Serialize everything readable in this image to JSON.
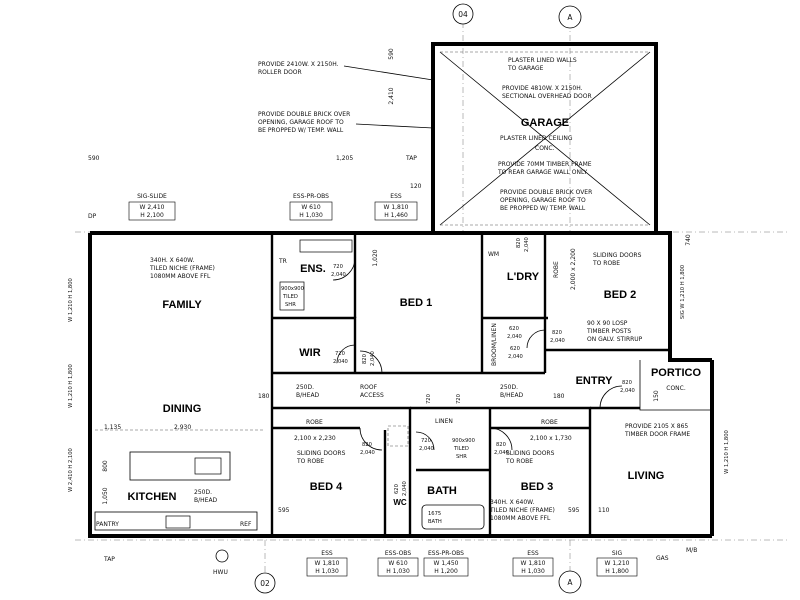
{
  "grid": {
    "top": [
      "04",
      "A"
    ],
    "bottom": [
      "02",
      "A"
    ]
  },
  "rooms": {
    "garage": "GARAGE",
    "family": "FAMILY",
    "dining": "DINING",
    "kitchen": "KITCHEN",
    "ens": "ENS.",
    "wir": "WIR",
    "bed1": "BED 1",
    "laundry": "L'DRY",
    "bed2": "BED 2",
    "entry": "ENTRY",
    "portico": "PORTICO",
    "living": "LIVING",
    "bed4": "BED 4",
    "bath": "BATH",
    "wc": "WC",
    "bed3": "BED 3"
  },
  "notes": {
    "roller_1": "PROVIDE 2410W. X 2150H.",
    "roller_2": "ROLLER DOOR",
    "dbl_left_1": "PROVIDE DOUBLE BRICK OVER",
    "dbl_left_2": "OPENING, GARAGE ROOF TO",
    "dbl_left_3": "BE PROPPED W/ TEMP. WALL",
    "plaster_walls_1": "PLASTER LINED WALLS",
    "plaster_walls_2": "TO GARAGE",
    "sectional_1": "PROVIDE 4810W. X 2150H.",
    "sectional_2": "SECTIONAL OVERHEAD DOOR",
    "plaster_ceiling": "PLASTER LINED CEILING",
    "conc": "CONC.",
    "timber_frame_1": "PROVIDE 70MM TIMBER FRAME",
    "timber_frame_2": "TO REAR GARAGE WALL ONLY",
    "dbl_right_1": "PROVIDE DOUBLE BRICK OVER",
    "dbl_right_2": "OPENING, GARAGE ROOF TO",
    "dbl_right_3": "BE PROPPED W/ TEMP. WALL",
    "niche_top_1": "340H. X 640W.",
    "niche_top_2": "TILED NICHE (FRAME)",
    "niche_top_3": "1080MM ABOVE FFL",
    "sliding_robe_1": "SLIDING DOORS",
    "sliding_robe_2": "TO ROBE",
    "losp_1": "90 X 90 LOSP",
    "losp_2": "TIMBER POSTS",
    "losp_3": "ON GALV. STIRRUP",
    "portico_conc": "CONC.",
    "timber_door_1": "PROVIDE 2105 X 865",
    "timber_door_2": "TIMBER DOOR FRAME",
    "roof_access_1": "ROOF",
    "roof_access_2": "ACCESS",
    "bhead_left_1": "250D.",
    "bhead_left_2": "B/HEAD",
    "bhead_right_1": "250D.",
    "bhead_right_2": "B/HEAD",
    "bhead_kitchen_1": "250D.",
    "bhead_kitchen_2": "B/HEAD",
    "niche_bot_1": "340H. X 640W.",
    "niche_bot_2": "TILED NICHE (FRAME)",
    "niche_bot_3": "1080MM ABOVE FFL",
    "sliding4_1": "SLIDING DOORS",
    "sliding4_2": "TO ROBE",
    "sliding3_1": "SLIDING DOORS",
    "sliding3_2": "TO ROBE",
    "robe4": "ROBE",
    "robe3": "ROBE",
    "robe2": "ROBE",
    "robe4_size": "2,100 x 2,230",
    "robe3_size": "2,100 x 1,730",
    "robe2_size": "2,000 x 2,200",
    "linen": "LINEN",
    "broom": "BROOM/LINEN",
    "pantry": "PANTRY",
    "ref": "REF",
    "hwu": "HWU",
    "gas": "GAS",
    "mb": "M/B",
    "tap": "TAP",
    "tap2": "TAP",
    "dp": "DP",
    "tr": "TR",
    "wm": "WM",
    "shr_ens_1": "900x900",
    "shr_ens_2": "TILED",
    "shr_ens_3": "SHR",
    "shr_bath_1": "900x900",
    "shr_bath_2": "TILED",
    "shr_bath_3": "SHR",
    "bath_1": "1675",
    "bath_2": "BATH"
  },
  "dims": {
    "d590": "590",
    "d2410": "2,410",
    "d120": "120",
    "d1205": "1,205",
    "d740": "740",
    "d2930": "2,930",
    "d1135": "1,135",
    "d800": "800",
    "d1050": "1,050",
    "d180a": "180",
    "d180b": "180",
    "d595a": "595",
    "d595b": "595",
    "d110": "110",
    "d150": "150",
    "d1020": "1,020",
    "d590b": "590"
  },
  "doors": {
    "ens1": "720",
    "ens2": "2,040",
    "wir1": "720",
    "wir2": "2,040",
    "bed1a": "820",
    "bed1b": "2,040",
    "ldry1": "820",
    "ldry2": "2,040",
    "ldry3": "620",
    "ldry4": "2,040",
    "brm1": "620",
    "brm2": "2,040",
    "bed2a": "820",
    "bed2b": "2,040",
    "entry1": "820",
    "entry2": "2,040",
    "bed4a": "820",
    "bed4b": "2,040",
    "linen1": "720",
    "linen2": "720",
    "bath1": "720",
    "bath2": "2,040",
    "wc1": "620",
    "wc2": "2,040",
    "bed3a": "820",
    "bed3b": "2,040"
  },
  "windows": [
    {
      "code": "SIG-SLIDE",
      "w": "W 2,410",
      "h": "H 2,100"
    },
    {
      "code": "ESS-PR-OBS",
      "w": "W 610",
      "h": "H 1,030"
    },
    {
      "code": "ESS",
      "w": "W 1,810",
      "h": "H 1,460"
    },
    {
      "code": "ESS",
      "w": "W 1,810",
      "h": "H 1,030"
    },
    {
      "code": "ESS-OBS",
      "w": "W 610",
      "h": "H 1,030"
    },
    {
      "code": "ESS-PR-OBS",
      "w": "W 1,450",
      "h": "H 1,200"
    },
    {
      "code": "ESS",
      "w": "W 1,810",
      "h": "H 1,030"
    },
    {
      "code": "SIG",
      "w": "W 1,210",
      "h": "H 1,800"
    }
  ],
  "side_windows": {
    "l1": "W 1,210  H 1,800",
    "l2": "W 1,210  H 1,800",
    "l3": "W 2,410  H 2,100",
    "r1": "SIG  W 1,210  H 1,800",
    "r2": "W 1,210  H 1,800"
  }
}
